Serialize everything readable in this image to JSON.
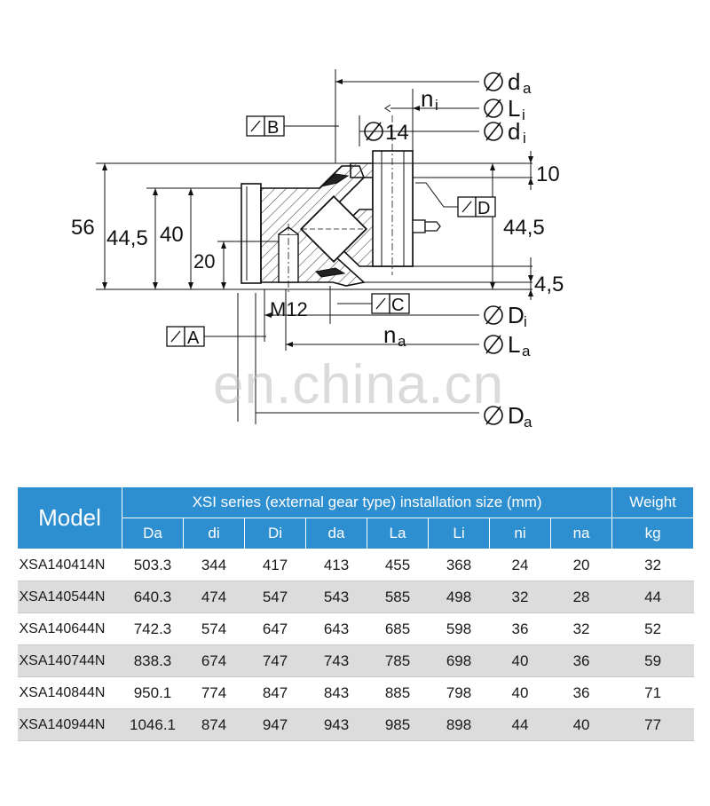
{
  "drawing": {
    "dim_labels": {
      "da": "d",
      "da_sub": "a",
      "ni": "n",
      "ni_sub": "i",
      "Li": "L",
      "Li_sub": "i",
      "di": "d",
      "di_sub": "i",
      "hole": "14",
      "top_ring": "10",
      "right_height": "44,5",
      "bottom_ring": "4,5",
      "left_56": "56",
      "left_44_5": "44,5",
      "left_40": "40",
      "left_20": "20",
      "thread": "M12",
      "Di": "D",
      "Di_sub": "i",
      "na": "n",
      "na_sub": "a",
      "La": "L",
      "La_sub": "a",
      "Da": "D",
      "Da_sub": "a"
    },
    "tolerance_frames": {
      "B": "B",
      "D": "D",
      "C": "C",
      "A": "A"
    },
    "watermark": "en.china.cn"
  },
  "table": {
    "model_header": "Model",
    "group_header": "XSI series (external gear type) installation size (mm)",
    "weight_header": "Weight",
    "sub_headers": [
      "Da",
      "di",
      "Di",
      "da",
      "La",
      "Li",
      "ni",
      "na"
    ],
    "weight_unit": "kg",
    "rows": [
      [
        "XSA140414N",
        "503.3",
        "344",
        "417",
        "413",
        "455",
        "368",
        "24",
        "20",
        "32"
      ],
      [
        "XSA140544N",
        "640.3",
        "474",
        "547",
        "543",
        "585",
        "498",
        "32",
        "28",
        "44"
      ],
      [
        "XSA140644N",
        "742.3",
        "574",
        "647",
        "643",
        "685",
        "598",
        "36",
        "32",
        "52"
      ],
      [
        "XSA140744N",
        "838.3",
        "674",
        "747",
        "743",
        "785",
        "698",
        "40",
        "36",
        "59"
      ],
      [
        "XSA140844N",
        "950.1",
        "774",
        "847",
        "843",
        "885",
        "798",
        "40",
        "36",
        "71"
      ],
      [
        "XSA140944N",
        "1046.1",
        "874",
        "947",
        "943",
        "985",
        "898",
        "44",
        "40",
        "77"
      ]
    ]
  }
}
